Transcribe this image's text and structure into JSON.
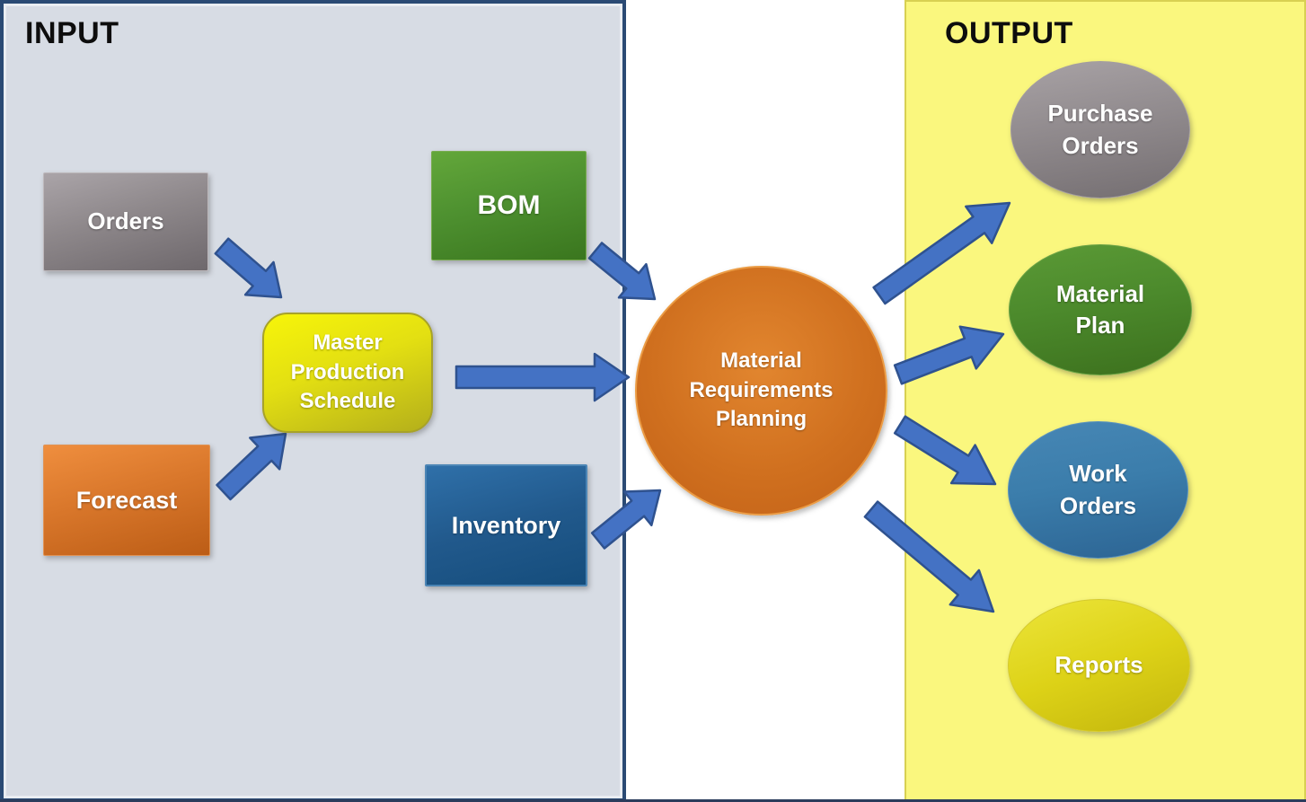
{
  "diagram": {
    "input_panel": {
      "title": "INPUT",
      "background": "#d7dce4",
      "border_color": "#2a4a74"
    },
    "output_panel": {
      "title": "OUTPUT",
      "background": "#faf77e"
    },
    "nodes": {
      "orders": {
        "label": "Orders",
        "shape": "rectangle",
        "color": "#8e888b",
        "panel": "input"
      },
      "bom": {
        "label": "BOM",
        "shape": "rectangle",
        "color": "#4e9130",
        "panel": "input"
      },
      "mps": {
        "label": "Master Production Schedule",
        "shape": "rounded-rectangle",
        "color": "#e3df12",
        "panel": "input"
      },
      "forecast": {
        "label": "Forecast",
        "shape": "rectangle",
        "color": "#d9772b",
        "panel": "input"
      },
      "inventory": {
        "label": "Inventory",
        "shape": "rectangle",
        "color": "#21598c",
        "panel": "input"
      },
      "mrp": {
        "label": "Material Requirements Planning",
        "shape": "circle",
        "color": "#d0701f",
        "panel": "center"
      },
      "purchase_orders": {
        "label": "Purchase Orders",
        "shape": "ellipse",
        "color": "#918b8e",
        "panel": "output"
      },
      "material_plan": {
        "label": "Material Plan",
        "shape": "ellipse",
        "color": "#4c8a2c",
        "panel": "output"
      },
      "work_orders": {
        "label": "Work Orders",
        "shape": "ellipse",
        "color": "#3b7dab",
        "panel": "output"
      },
      "reports": {
        "label": "Reports",
        "shape": "ellipse",
        "color": "#ddd217",
        "panel": "output"
      }
    },
    "arrows": [
      {
        "from": "orders",
        "to": "mps"
      },
      {
        "from": "forecast",
        "to": "mps"
      },
      {
        "from": "mps",
        "to": "mrp"
      },
      {
        "from": "bom",
        "to": "mrp"
      },
      {
        "from": "inventory",
        "to": "mrp"
      },
      {
        "from": "mrp",
        "to": "purchase_orders"
      },
      {
        "from": "mrp",
        "to": "material_plan"
      },
      {
        "from": "mrp",
        "to": "work_orders"
      },
      {
        "from": "mrp",
        "to": "reports"
      }
    ],
    "arrow_style": {
      "fill": "#4472c4",
      "outline": "#2f528f"
    }
  }
}
